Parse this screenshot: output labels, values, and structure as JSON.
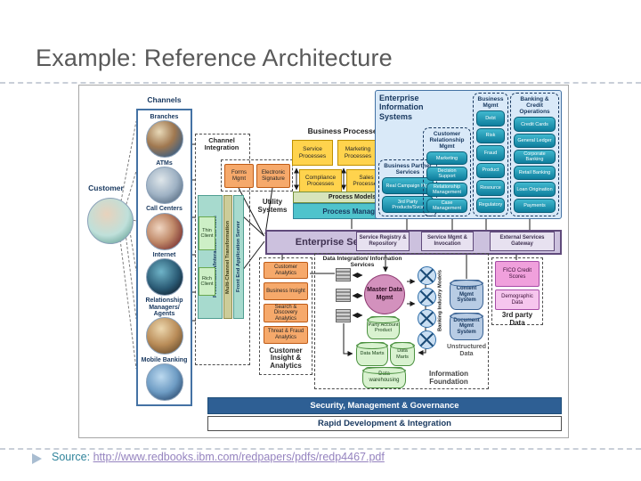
{
  "slide": {
    "title": "Example: Reference Architecture",
    "source_label": "Source:",
    "source_url": "http://www.redbooks.ibm.com/redpapers/pdfs/redp4467.pdf"
  },
  "channels": {
    "header": "Channels",
    "customer_label": "Customer",
    "items": [
      "Branches",
      "ATMs",
      "Call Centers",
      "Internet",
      "Relationship Managers/ Agents",
      "Mobile Banking"
    ]
  },
  "channel_integration": {
    "label": "Channel Integration",
    "forms_label": "Forms Mgmt",
    "esign_label": "Electronic Signature",
    "utility_label": "Utility Systems"
  },
  "client_stack": {
    "thin_label": "Thin Client",
    "rich_label": "Rich Client",
    "bars": [
      "Presentation/Interaction Services",
      "Multi-Channel Transformation",
      "Front End Application Server"
    ]
  },
  "business_processes": {
    "header": "Business Processes",
    "boxes": [
      "Service Processes",
      "Marketing Processes",
      "Compliance Processes",
      "Sales Processes"
    ],
    "models_label": "Process Models",
    "manager_label": "Process Manager"
  },
  "esb": {
    "label": "Enterprise Service Bus",
    "services": [
      "Service Registry & Repository",
      "Service Mgmt & Invocation",
      "External Services Gateway"
    ]
  },
  "eis": {
    "title": "Enterprise Information Systems",
    "groups": [
      {
        "label": "Business Partner Services",
        "items": [
          "Real Campaign Mgr",
          "3rd Party Products/Svcs"
        ]
      },
      {
        "label": "Customer Relationship Mgmt",
        "items": [
          "Marketing",
          "Decision Support",
          "Relationship Management",
          "Case Management"
        ]
      },
      {
        "label": "Business Mgmt",
        "items": [
          "Debt",
          "Risk",
          "Fraud",
          "Product",
          "Resource",
          "Regulatory"
        ]
      },
      {
        "label": "Banking & Credit Operations",
        "items": [
          "Credit Cards",
          "General Ledger",
          "Corporate Banking",
          "Retail Banking",
          "Loan Origination",
          "Payments"
        ]
      }
    ]
  },
  "analytics": {
    "label": "Customer Insight & Analytics",
    "boxes": [
      "Customer Analytics",
      "Business Insight",
      "Search & Discovery Analytics",
      "Threat & Fraud Analytics"
    ]
  },
  "information": {
    "di_label": "Data Integration/ Information Services",
    "foundation_label": "Information Foundation",
    "mdm_label": "Master Data Mgmt",
    "party_label": "Party Account Product",
    "mart1_label": "Data Marts",
    "mart2_label": "Data Marts",
    "warehouse_label": "Data warehousing",
    "industry_models_label": "Banking Industry Models",
    "content_label": "Content Mgmt System",
    "document_label": "Document Mgmt System",
    "unstructured_label": "Unstructured Data"
  },
  "third_party": {
    "label": "3rd party Data",
    "boxes": [
      "FICO Credit Scores",
      "Demographic Data"
    ]
  },
  "foundation_bars": {
    "security": "Security, Management & Governance",
    "rapid": "Rapid Development & Integration"
  },
  "colors": {
    "eis_panel": "#D9E9F8",
    "teal_box": "#1796B4",
    "orange_box": "#F6A96B",
    "yellow_box": "#FFD34D",
    "esb_purple": "#CCC1DE",
    "mdm_pink": "#D391BD",
    "green_store": "#D9F2D0",
    "blue_store": "#B8CCE4",
    "pink_external": "#F0A0DC",
    "security_bar": "#2E5F94",
    "source_label": "#31849B",
    "source_link": "#9583BF",
    "title_text": "#595959"
  }
}
